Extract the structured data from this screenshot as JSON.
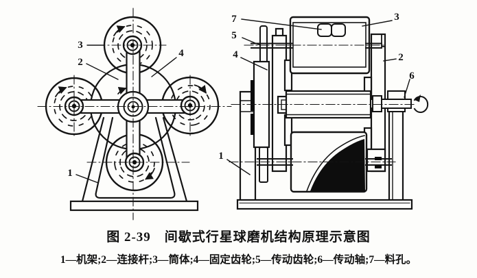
{
  "caption": {
    "figure_number": "图 2-39",
    "title": "图 2-39　间歇式行星球磨机结构原理示意图",
    "legend": "1—机架;2—连接杆;3—筒体;4—固定齿轮;5—传动齿轮;6—传动轴;7—料孔。"
  },
  "parts": [
    {
      "num": "1",
      "name": "机架"
    },
    {
      "num": "2",
      "name": "连接杆"
    },
    {
      "num": "3",
      "name": "筒体"
    },
    {
      "num": "4",
      "name": "固定齿轮"
    },
    {
      "num": "5",
      "name": "传动齿轮"
    },
    {
      "num": "6",
      "name": "传动轴"
    },
    {
      "num": "7",
      "name": "料孔"
    }
  ],
  "callouts": {
    "left": [
      "3",
      "2",
      "4",
      "1"
    ],
    "right": [
      "7",
      "3",
      "5",
      "4",
      "2",
      "6",
      "1"
    ]
  },
  "colors": {
    "ink": "#141414",
    "paper": "#fdfdfb",
    "fill_black": "#0d0d0d"
  }
}
